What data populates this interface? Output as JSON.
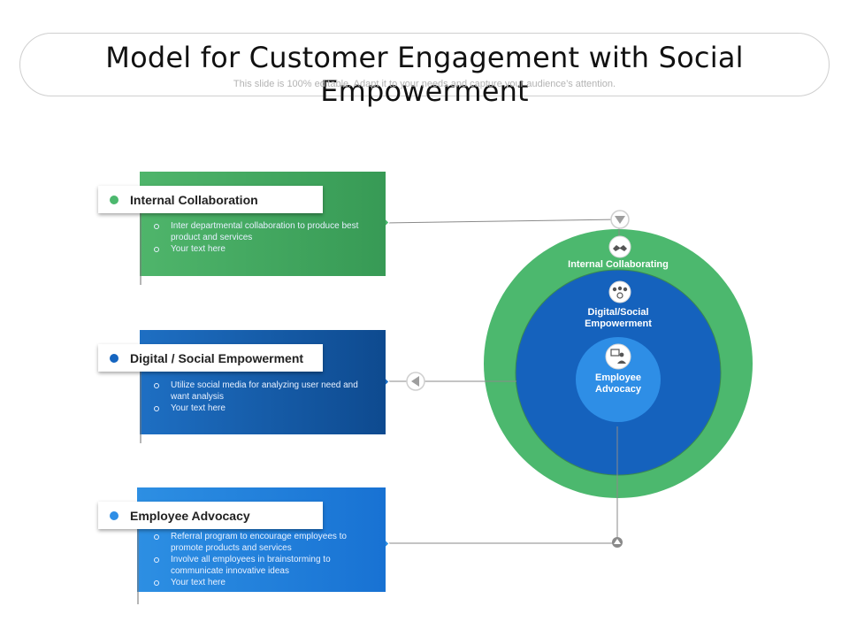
{
  "header": {
    "title": "Model for Customer Engagement with Social Empowerment",
    "subtitle": "This slide is 100% editable. Adapt it to your needs and capture your audience’s attention."
  },
  "colors": {
    "green": "#4cb86e",
    "dark_blue": "#1565c0",
    "light_blue": "#2e8ee6",
    "connector": "#8a8a8a"
  },
  "cards": [
    {
      "label": "Internal Collaboration",
      "bullets": [
        "Inter departmental collaboration to produce best product and services",
        "Your text here"
      ]
    },
    {
      "label": "Digital / Social Empowerment",
      "bullets": [
        "Utilize social media for analyzing user need and want analysis",
        "Your text here"
      ]
    },
    {
      "label": "Employee Advocacy",
      "bullets": [
        "Referral program to encourage employees to promote products and services",
        "Involve all employees in brainstorming to communicate innovative ideas",
        "Your text here"
      ]
    }
  ],
  "rings": {
    "outer_label": "Internal Collaborating",
    "middle_label": "Digital/Social Empowerment",
    "inner_label": "Employee Advocacy",
    "outer_icon": "handshake-icon",
    "middle_icon": "people-network-icon",
    "inner_icon": "employee-presentation-icon"
  }
}
